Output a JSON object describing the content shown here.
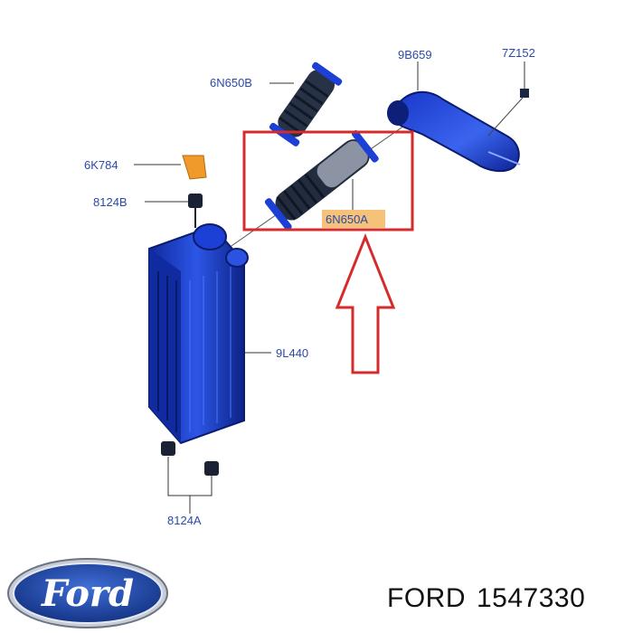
{
  "labels": {
    "hose_upper": "6N650B",
    "air_pipe": "9B659",
    "bolt": "7Z152",
    "clip": "6K784",
    "bolt_top": "8124B",
    "intercooler": "9L440",
    "hose_highlighted": "6N650A",
    "mount_bottom": "8124A"
  },
  "logo_text": "Ford",
  "caption": {
    "brand": "FORD",
    "part_number": "1547330"
  },
  "colors": {
    "label": "#2b4aa8",
    "part_blue": "#1c3fd6",
    "part_dark": "#0d1f78",
    "highlight": "#d62b2b",
    "label_highlight_bg": "#f6c27a"
  }
}
